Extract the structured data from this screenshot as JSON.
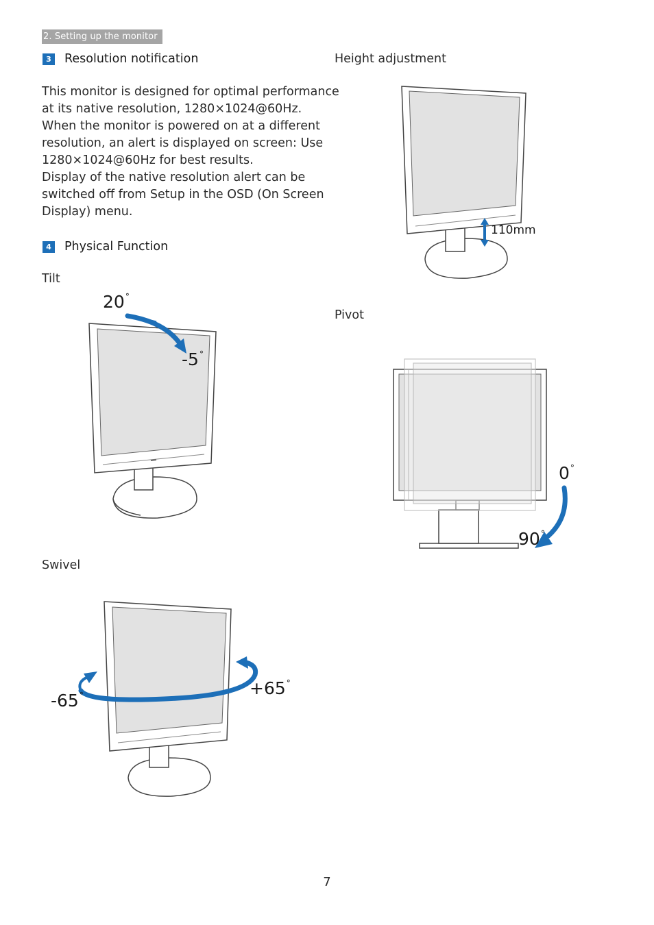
{
  "header": {
    "section_tag": "2. Setting up the monitor"
  },
  "sections": [
    {
      "number": "3",
      "title": "Resolution notification"
    },
    {
      "number": "4",
      "title": "Physical Function"
    }
  ],
  "resolution_paragraph": [
    "This monitor is designed for optimal performance",
    "at its native resolution, 1280×1024@60Hz.",
    "When the monitor is powered on at a different",
    "resolution, an alert is displayed on screen: Use",
    "1280×1024@60Hz for best results.",
    "Display of the native resolution alert can be",
    "switched off from Setup in the OSD (On Screen",
    "Display) menu."
  ],
  "figures": {
    "tilt": {
      "label": "Tilt",
      "angle_max": "20",
      "angle_min": "-5",
      "degree_symbol": "°"
    },
    "swivel": {
      "label": "Swivel",
      "angle_left": "-65",
      "angle_right": "+65",
      "degree_symbol": "°"
    },
    "height": {
      "label": "Height adjustment",
      "range": "110mm"
    },
    "pivot": {
      "label": "Pivot",
      "angle_start": "0",
      "angle_end": "90",
      "degree_symbol": "°"
    }
  },
  "page_number": "7",
  "colors": {
    "accent": "#1d6fb8",
    "tag_bg": "#a5a5a5",
    "screen": "#e2e2e2",
    "outline": "#444444"
  }
}
